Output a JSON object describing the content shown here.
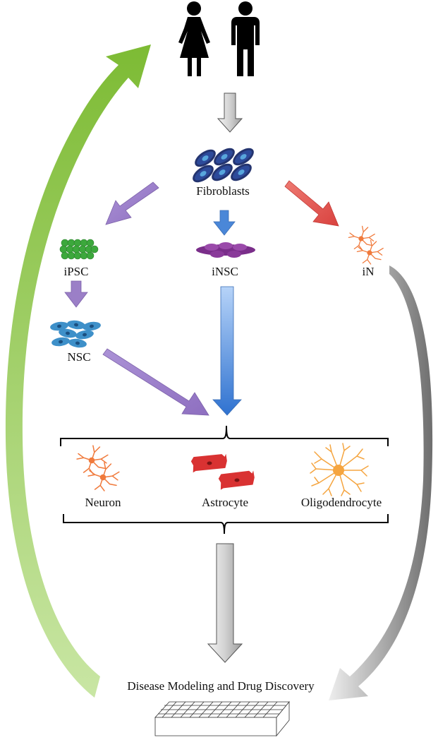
{
  "labels": {
    "fibroblasts": "Fibroblasts",
    "ipsc": "iPSC",
    "insc": "iNSC",
    "in": "iN",
    "nsc": "NSC",
    "neuron": "Neuron",
    "astrocyte": "Astrocyte",
    "oligodendrocyte": "Oligodendrocyte",
    "outcome": "Disease Modeling and Drug Discovery"
  },
  "icons": [
    "female-person-icon",
    "male-person-icon",
    "fibroblast-cells-icon",
    "ipsc-cluster-icon",
    "insc-cells-icon",
    "induced-neuron-icon",
    "nsc-cells-icon",
    "neuron-icon",
    "astrocyte-icon",
    "oligodendrocyte-icon",
    "multiwell-plate-icon"
  ],
  "colors": {
    "green_arrow": "#8cc63f",
    "purple_arrow": "#9b7fc7",
    "blue_arrow": "#4a87d8",
    "red_arrow": "#e0524f",
    "gray_arrow": "#9a9a9a",
    "fibroblast": "#283a7c",
    "ipsc": "#3ca83c",
    "insc": "#7a2e8a",
    "nsc": "#3d8fc7",
    "neuron": "#f07a3c",
    "astrocyte": "#d93232",
    "oligodendrocyte": "#f5a540"
  }
}
